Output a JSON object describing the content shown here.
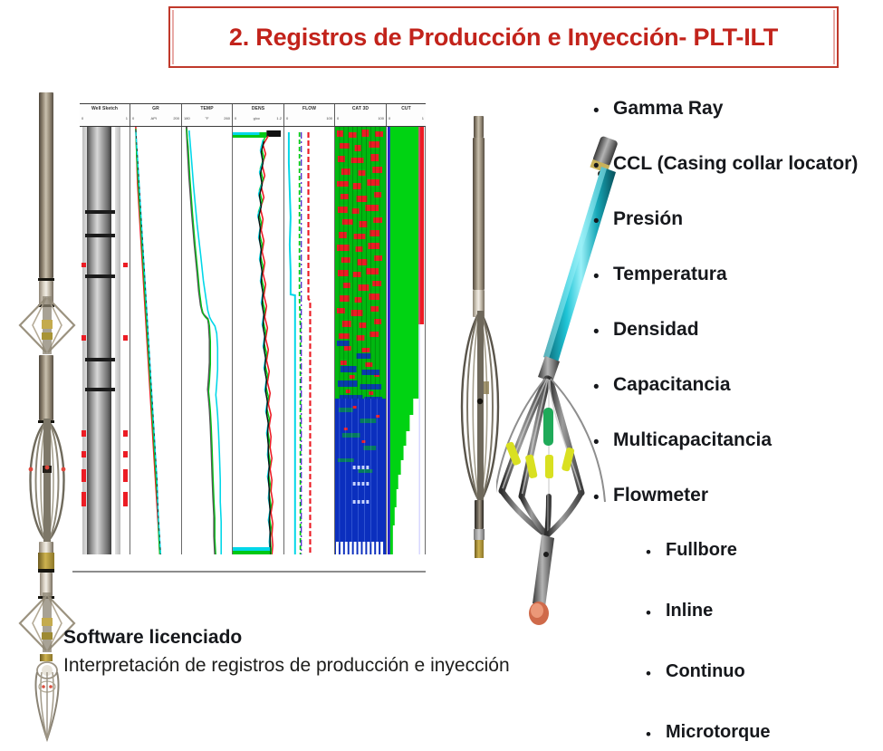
{
  "slide": {
    "title": "2. Registros de Producción e Inyección- PLT-ILT",
    "title_border_color": "#c0392b",
    "title_text_color": "#c2231b",
    "background": "#ffffff"
  },
  "bullets": [
    {
      "level": 1,
      "marker": "•",
      "label": "Gamma Ray"
    },
    {
      "level": 1,
      "marker": "•",
      "label": "CCL (Casing collar locator)"
    },
    {
      "level": 1,
      "marker": "•",
      "label": "Presión"
    },
    {
      "level": 1,
      "marker": "•",
      "label": "Temperatura"
    },
    {
      "level": 1,
      "marker": "•",
      "label": "Densidad"
    },
    {
      "level": 1,
      "marker": "•",
      "label": "Capacitancia"
    },
    {
      "level": 1,
      "marker": "•",
      "label": "Multicapacitancia"
    },
    {
      "level": 1,
      "marker": "•",
      "label": "Flowmeter"
    },
    {
      "level": 2,
      "marker": "•",
      "label": "Fullbore"
    },
    {
      "level": 2,
      "marker": "•",
      "label": "Inline"
    },
    {
      "level": 2,
      "marker": "•",
      "label": "Continuo"
    },
    {
      "level": 2,
      "marker": "•",
      "label": "Microtorque"
    }
  ],
  "caption": {
    "title": "Software licenciado",
    "body": "Interpretación de registros de producción e inyección"
  },
  "well_log": {
    "tracks": [
      {
        "name": "Well Sketch",
        "scale_left": "0",
        "scale_mid": "",
        "scale_right": "1"
      },
      {
        "name": "GR",
        "scale_left": "0",
        "scale_mid": "API",
        "scale_right": "200"
      },
      {
        "name": "TEMP",
        "scale_left": "180",
        "scale_mid": "°F",
        "scale_right": "260"
      },
      {
        "name": "DENS",
        "scale_left": "0",
        "scale_mid": "g/cc",
        "scale_right": "1.2"
      },
      {
        "name": "FLOW",
        "scale_left": "0",
        "scale_mid": "",
        "scale_right": "100"
      },
      {
        "name": "CAT 3D",
        "scale_left": "0",
        "scale_mid": "",
        "scale_right": "100"
      },
      {
        "name": "CUT",
        "scale_left": "0",
        "scale_mid": "%",
        "scale_right": "1"
      }
    ],
    "curve_colors": {
      "red": "#ec1c24",
      "green": "#00c814",
      "cyan": "#00d7e8",
      "black": "#1a1a1a",
      "blue": "#2222cc",
      "violet": "#5533cc"
    }
  },
  "tools": [
    {
      "name": "fullbore-flowmeter-tool-string",
      "position": "left"
    },
    {
      "name": "inline-flowmeter-tool",
      "position": "center"
    },
    {
      "name": "multicapacitance-array-tool",
      "position": "right"
    }
  ]
}
